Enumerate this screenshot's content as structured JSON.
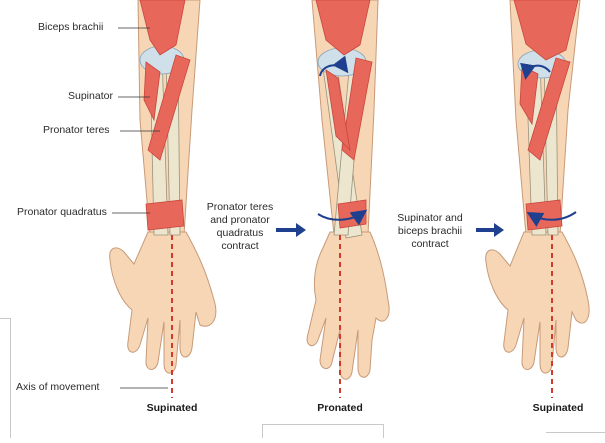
{
  "labels": {
    "biceps": "Biceps brachii",
    "supinator": "Supinator",
    "pronator_teres": "Pronator teres",
    "pronator_quadratus": "Pronator quadratus",
    "axis": "Axis of movement"
  },
  "steps": {
    "step1_line1": "Pronator teres",
    "step1_line2": "and pronator",
    "step1_line3": "quadratus",
    "step1_line4": "contract",
    "step2_line1": "Supinator and",
    "step2_line2": "biceps brachii",
    "step2_line3": "contract"
  },
  "captions": {
    "left": "Supinated",
    "middle": "Pronated",
    "right": "Supinated"
  },
  "colors": {
    "skin": "#f7d6b6",
    "skin_edge": "#c79a78",
    "muscle": "#e7675a",
    "muscle_dark": "#c9463c",
    "bone": "#ece6cf",
    "bone_edge": "#9a927a",
    "tendon": "#cfe0ea",
    "arrow_blue": "#1f3f8f",
    "axis_red": "#d33a2c"
  }
}
